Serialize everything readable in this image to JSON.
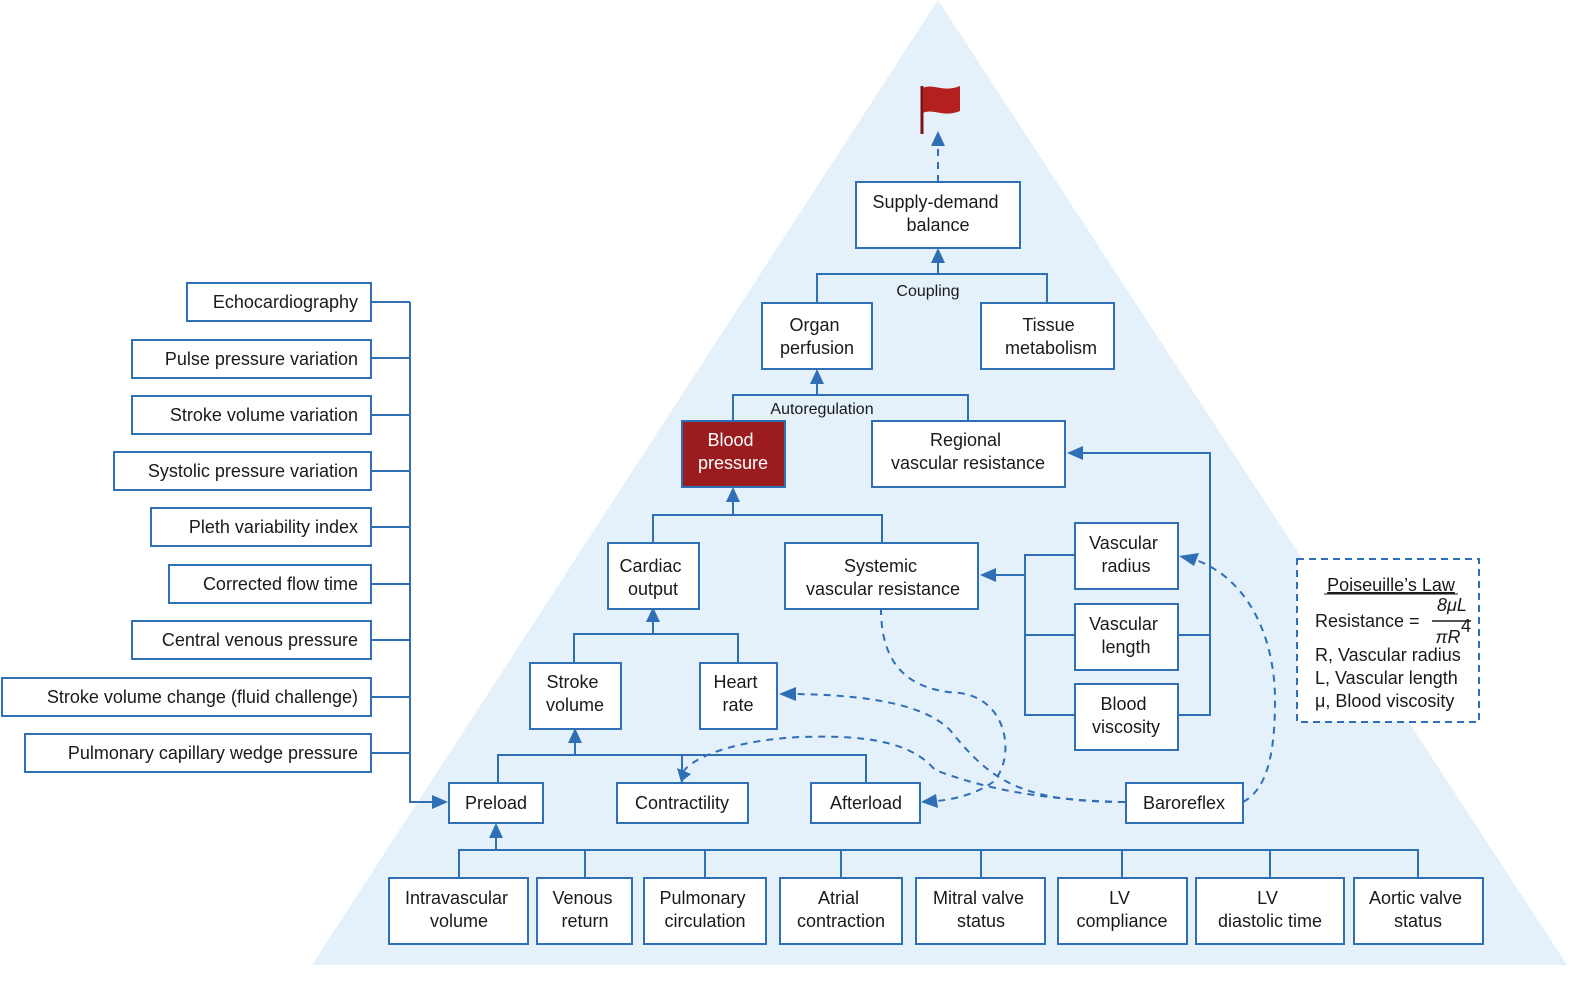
{
  "nodes": {
    "supply_demand": [
      "Supply-demand",
      "balance"
    ],
    "organ_perfusion": [
      "Organ",
      "perfusion"
    ],
    "tissue_metabolism": [
      "Tissue",
      "metabolism"
    ],
    "blood_pressure": [
      "Blood",
      "pressure"
    ],
    "regional_vr": [
      "Regional",
      "vascular resistance"
    ],
    "cardiac_output": [
      "Cardiac",
      "output"
    ],
    "systemic_vr": [
      "Systemic",
      "vascular resistance"
    ],
    "vascular_radius": [
      "Vascular",
      "radius"
    ],
    "vascular_length": [
      "Vascular",
      "length"
    ],
    "blood_viscosity": [
      "Blood",
      "viscosity"
    ],
    "stroke_volume": [
      "Stroke",
      "volume"
    ],
    "heart_rate": [
      "Heart",
      "rate"
    ],
    "preload": [
      "Preload"
    ],
    "contractility": [
      "Contractility"
    ],
    "afterload": [
      "Afterload"
    ],
    "baroreflex": [
      "Baroreflex"
    ],
    "intravascular_volume": [
      "Intravascular",
      "volume"
    ],
    "venous_return": [
      "Venous",
      "return"
    ],
    "pulmonary_circulation": [
      "Pulmonary",
      "circulation"
    ],
    "atrial_contraction": [
      "Atrial",
      "contraction"
    ],
    "mitral_valve_status": [
      "Mitral valve",
      "status"
    ],
    "lv_compliance": [
      "LV",
      "compliance"
    ],
    "lv_diastolic_time": [
      "LV",
      "diastolic time"
    ],
    "aortic_valve_status": [
      "Aortic valve",
      "status"
    ]
  },
  "labels": {
    "coupling": "Coupling",
    "autoregulation": "Autoregulation"
  },
  "monitors": [
    "Echocardiography",
    "Pulse pressure variation",
    "Stroke volume variation",
    "Systolic pressure variation",
    "Pleth variability index",
    "Corrected flow time",
    "Central venous pressure",
    "Stroke volume change (fluid challenge)",
    "Pulmonary capillary wedge pressure"
  ],
  "poiseuille": {
    "title": "Poiseuille’s Law",
    "resistance_label": "Resistance =",
    "numerator": "8μL",
    "denominator": "πR",
    "exponent": "4",
    "legend": [
      "R, Vascular radius",
      "L, Vascular length",
      "μ, Blood viscosity"
    ]
  },
  "colors": {
    "triangle_fill": "#e4f0fa",
    "line": "#2f6fb6",
    "highlight": "#9b1c1f",
    "flag": "#b3201f"
  },
  "icons": {
    "goal": "flag-icon"
  }
}
